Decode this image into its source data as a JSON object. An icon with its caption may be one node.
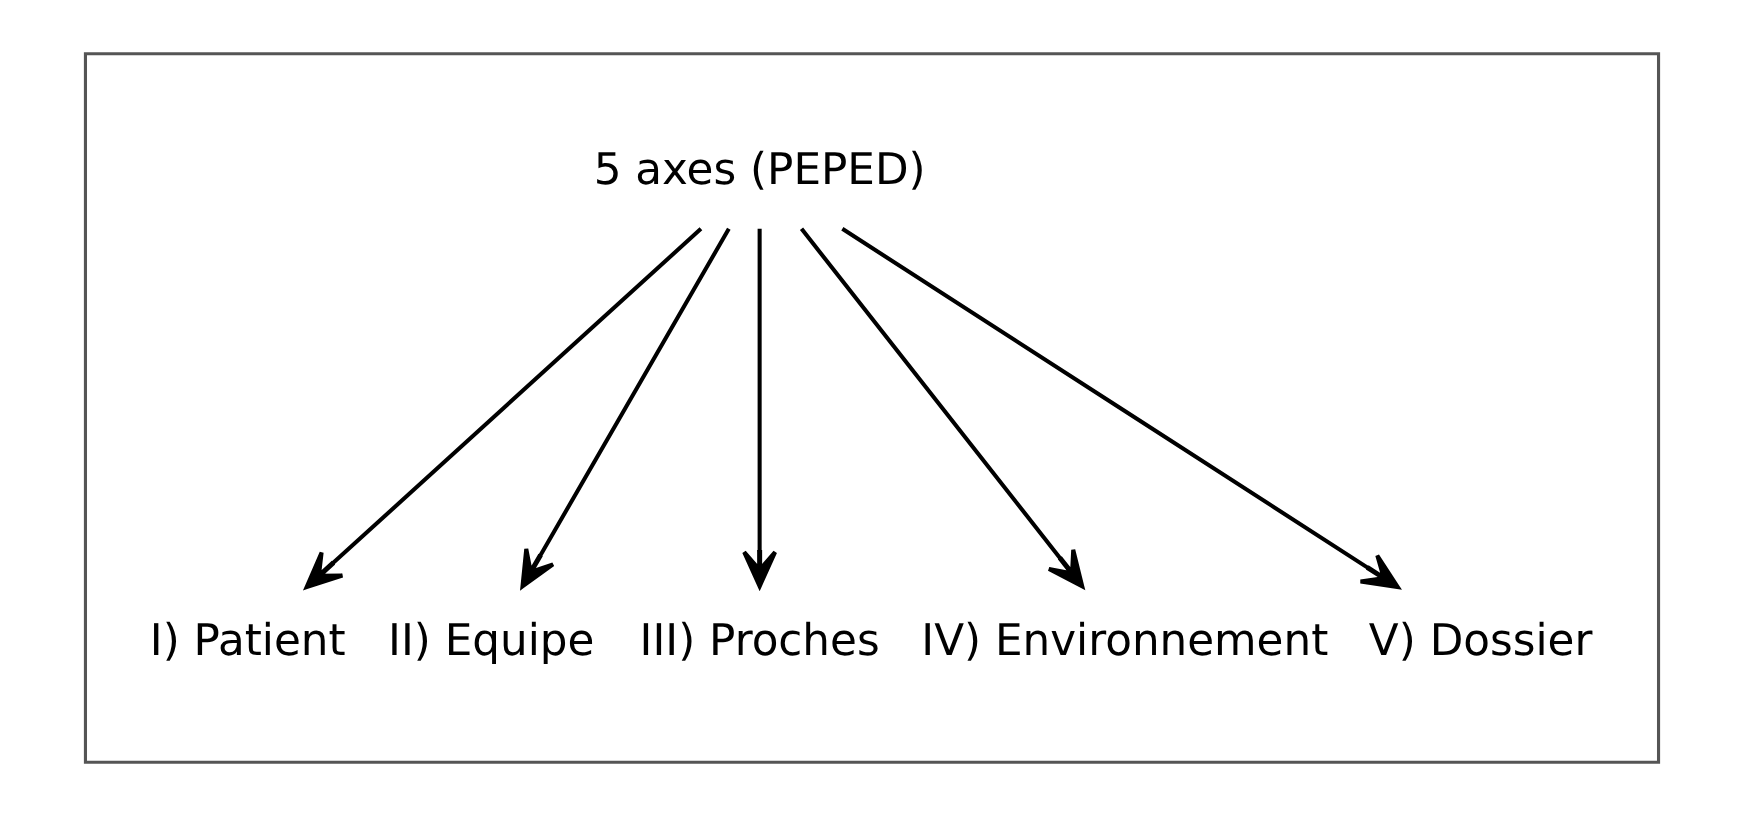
{
  "diagram": {
    "nodes": [
      {
        "text": [],
        "shape": "box"
      },
      {
        "text": [
          "5 axes (PEPED)"
        ],
        "in": 0
      },
      {
        "text": [
          "I) Patient"
        ],
        "in": 0
      },
      {
        "text": [
          "II) Equipe"
        ],
        "in": 0
      },
      {
        "text": [
          "III) Proches"
        ],
        "in": 0
      },
      {
        "text": [
          "IV) Environnement"
        ],
        "in": 0
      },
      {
        "text": [
          "V) Dossier"
        ],
        "in": 0
      }
    ],
    "edges": [
      {
        "from": 1,
        "to": 2,
        "arrow": "to"
      },
      {
        "from": 1,
        "to": 3,
        "arrow": "to"
      },
      {
        "from": 1,
        "to": 4,
        "arrow": "to"
      },
      {
        "from": 1,
        "to": 5,
        "arrow": "to"
      },
      {
        "from": 1,
        "to": 6,
        "arrow": "to"
      }
    ]
  }
}
